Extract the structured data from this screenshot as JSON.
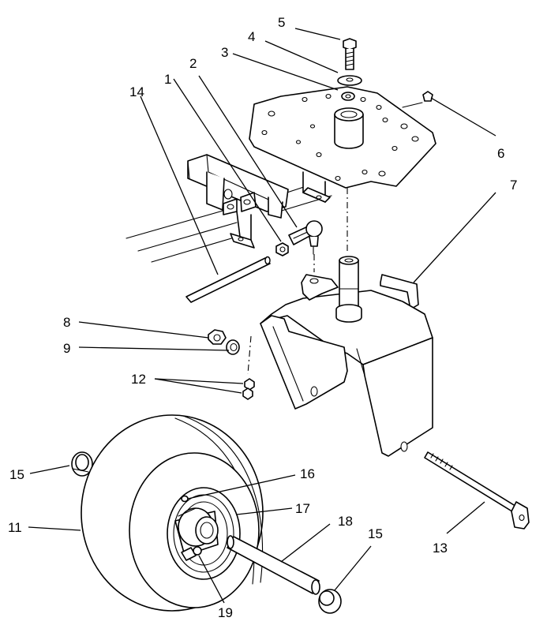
{
  "callouts": {
    "c1": "1",
    "c2": "2",
    "c3": "3",
    "c4": "4",
    "c5": "5",
    "c6": "6",
    "c7": "7",
    "c8": "8",
    "c9": "9",
    "c11": "11",
    "c12": "12",
    "c13": "13",
    "c14": "14",
    "c15a": "15",
    "c15b": "15",
    "c16": "16",
    "c17": "17",
    "c18": "18",
    "c19": "19"
  }
}
